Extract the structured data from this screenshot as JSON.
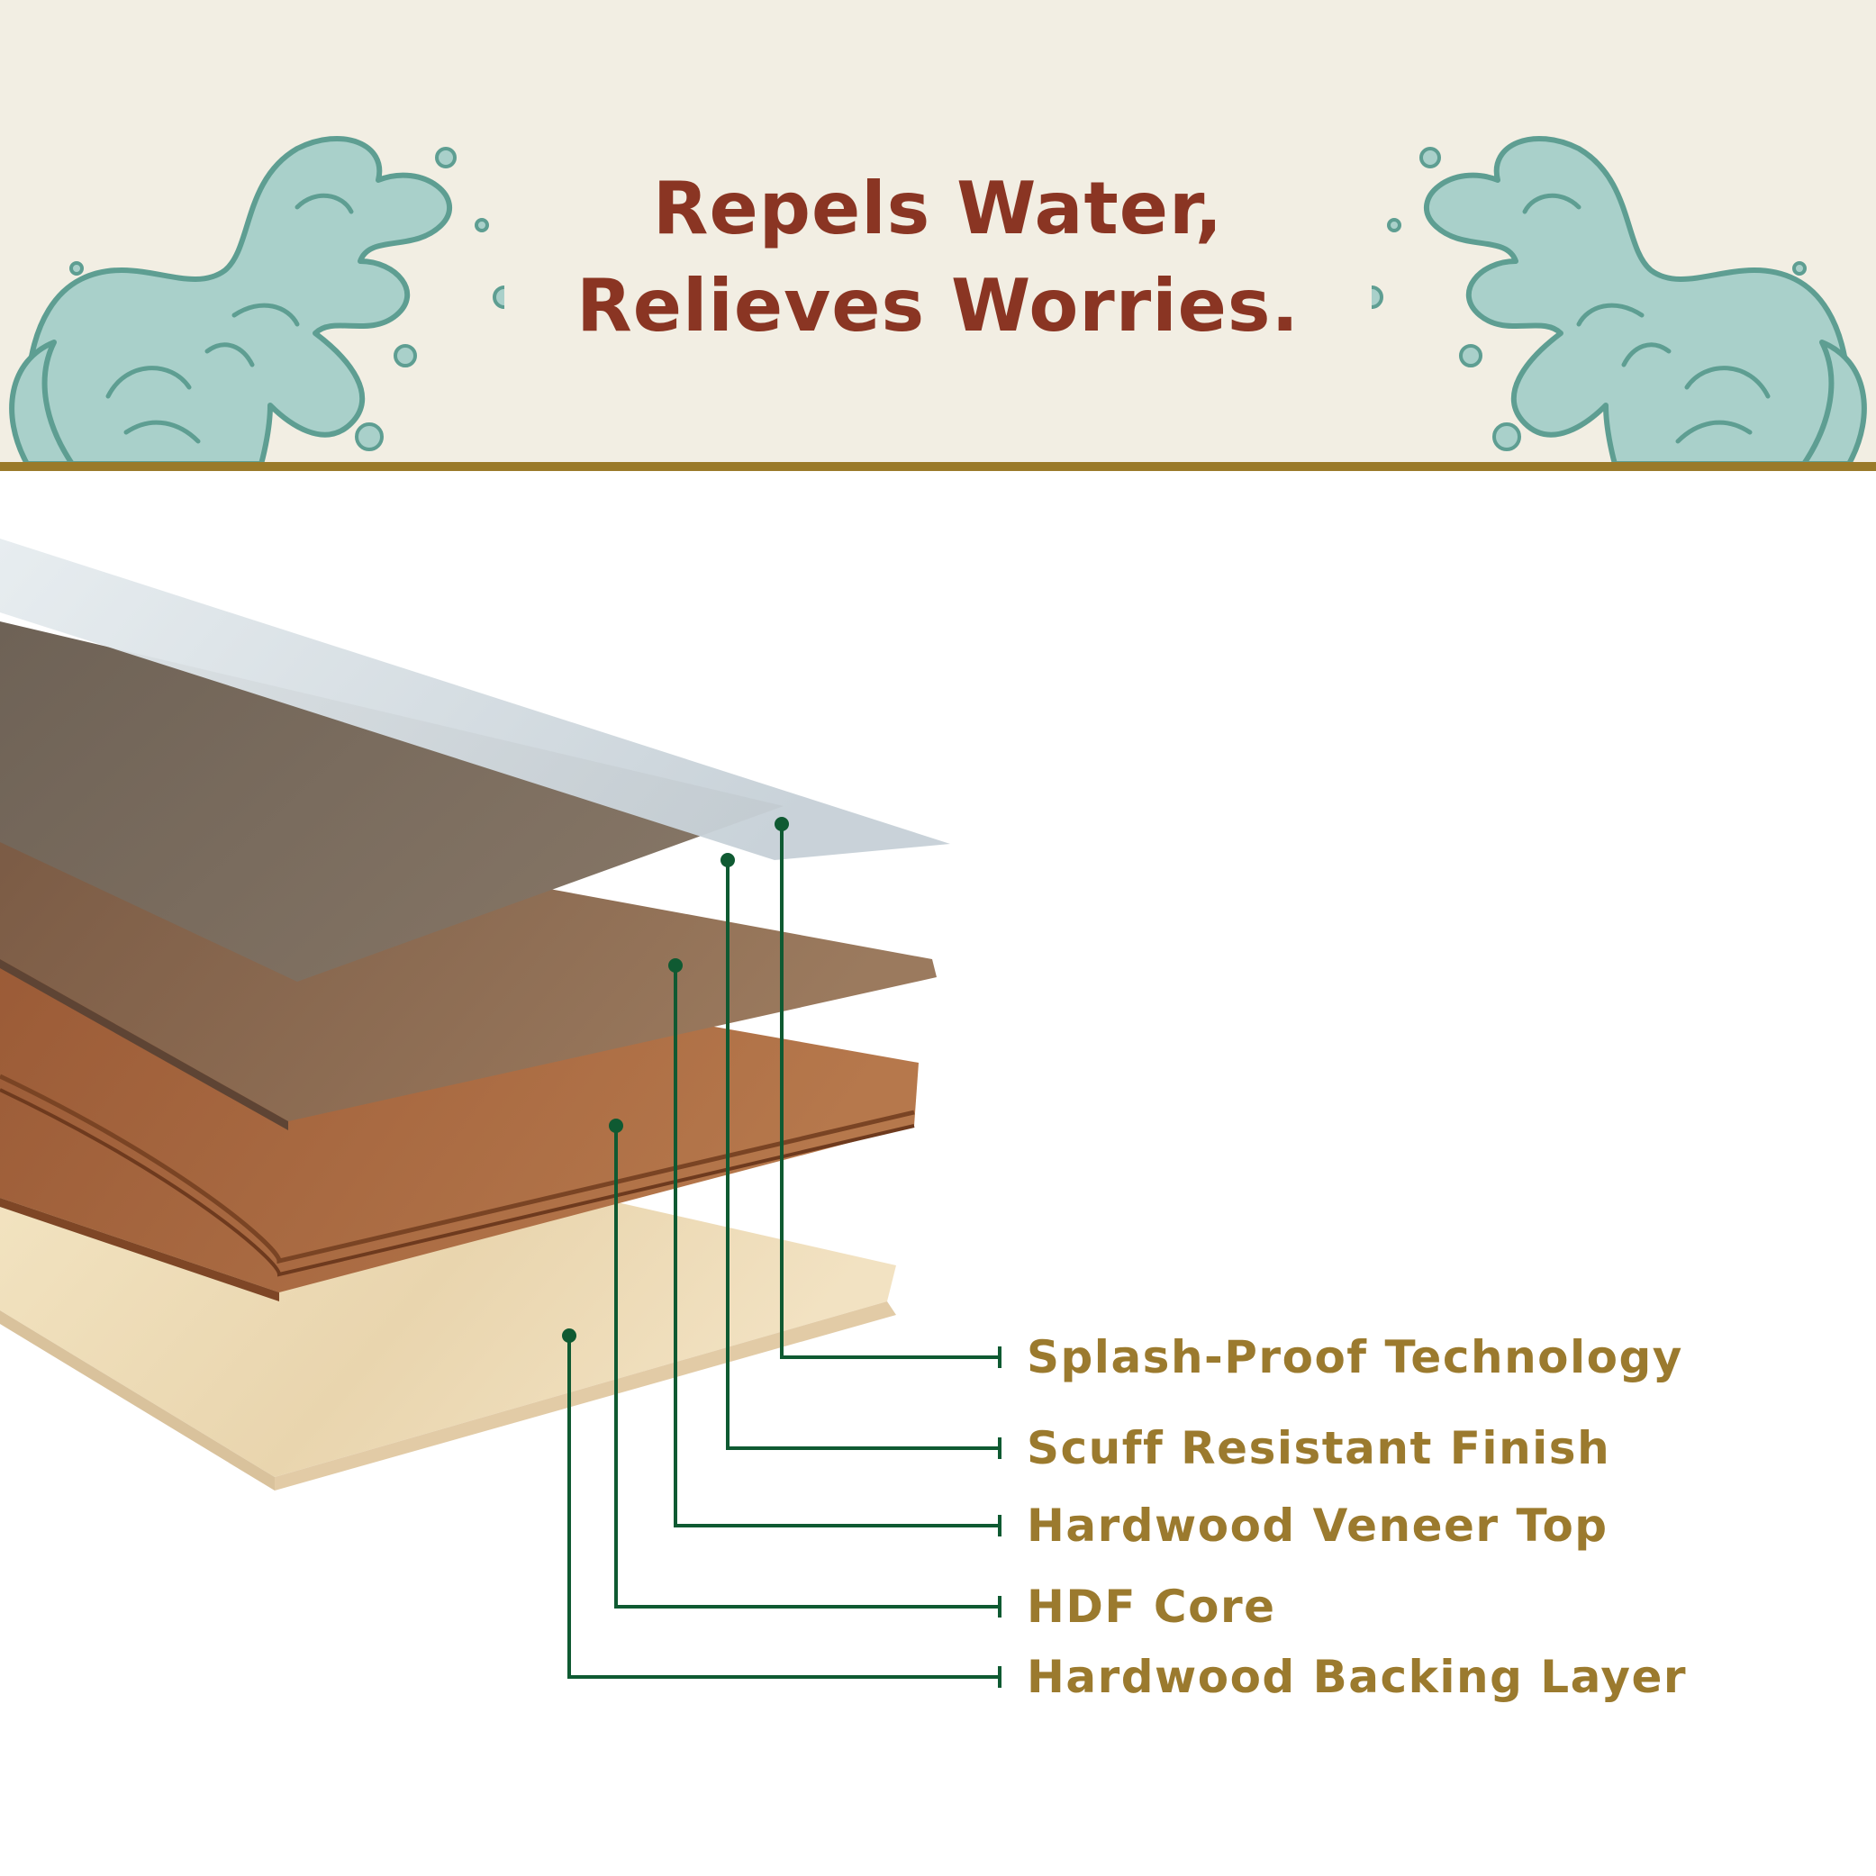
{
  "banner": {
    "headline_line1": "Repels Water,",
    "headline_line2": "Relieves Worries.",
    "background_color": "#f2eee3",
    "headline_color": "#8a3523",
    "rule_color": "#9a7a2a",
    "decoration_icon": "water-splash-icon",
    "decoration_color": "#a9d0ca"
  },
  "diagram": {
    "label_color": "#9b7a2e",
    "leader_color": "#0f5a32",
    "layers": [
      {
        "name": "Splash-Proof Technology",
        "color": "#cfd8de"
      },
      {
        "name": "Scuff Resistant Finish",
        "color": "#7c6a5c"
      },
      {
        "name": "Hardwood Veneer Top",
        "color": "#8a684e"
      },
      {
        "name": "HDF Core",
        "color": "#a46640"
      },
      {
        "name": "Hardwood Backing Layer",
        "color": "#eedcb8"
      }
    ]
  }
}
